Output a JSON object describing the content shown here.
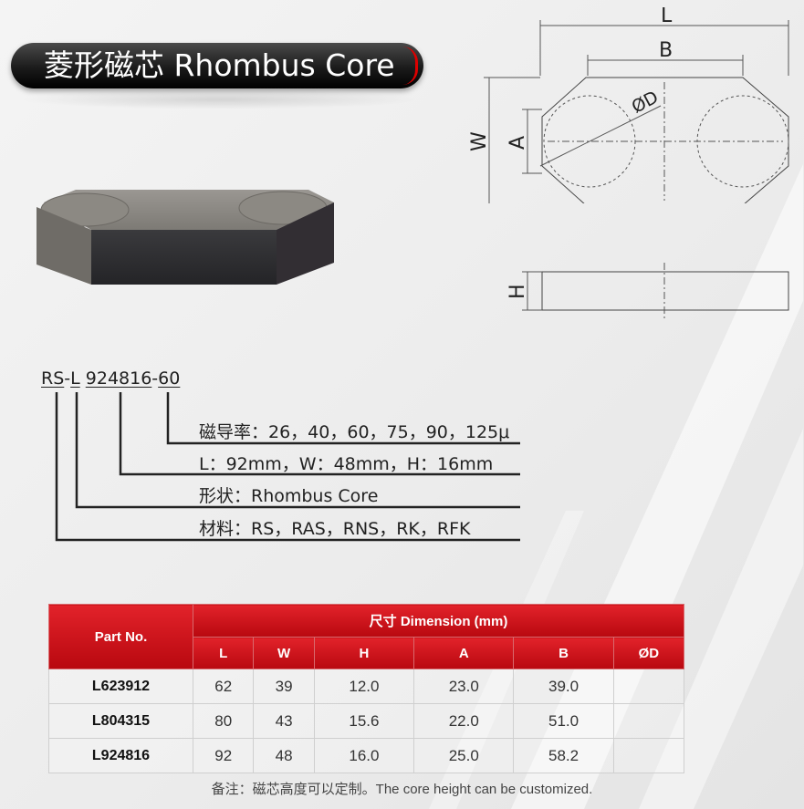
{
  "title": "菱形磁芯 Rhombus Core",
  "drawing_labels": {
    "L": "L",
    "B": "B",
    "D": "ØD",
    "W": "W",
    "A": "A",
    "H": "H"
  },
  "part_code": {
    "prefix": "RS",
    "sep1": "-",
    "shape": "L",
    "size": "924816",
    "sep2": "-",
    "perm": "60"
  },
  "descriptions": [
    "磁导率：26，40，60，75，90，125μ",
    "L：92mm，W：48mm，H：16mm",
    "形状：Rhombus Core",
    "材料：RS，RAS，RNS，RK，RFK"
  ],
  "table": {
    "part_header": "Part No.",
    "dim_header": "尺寸 Dimension (mm)",
    "columns": [
      "L",
      "W",
      "H",
      "A",
      "B",
      "ØD"
    ],
    "rows": [
      {
        "part": "L623912",
        "cells": [
          "62",
          "39",
          "12.0",
          "23.0",
          "39.0",
          ""
        ]
      },
      {
        "part": "L804315",
        "cells": [
          "80",
          "43",
          "15.6",
          "22.0",
          "51.0",
          ""
        ]
      },
      {
        "part": "L924816",
        "cells": [
          "92",
          "48",
          "16.0",
          "25.0",
          "58.2",
          ""
        ]
      }
    ]
  },
  "note": "备注：磁芯高度可以定制。The core height can be customized."
}
